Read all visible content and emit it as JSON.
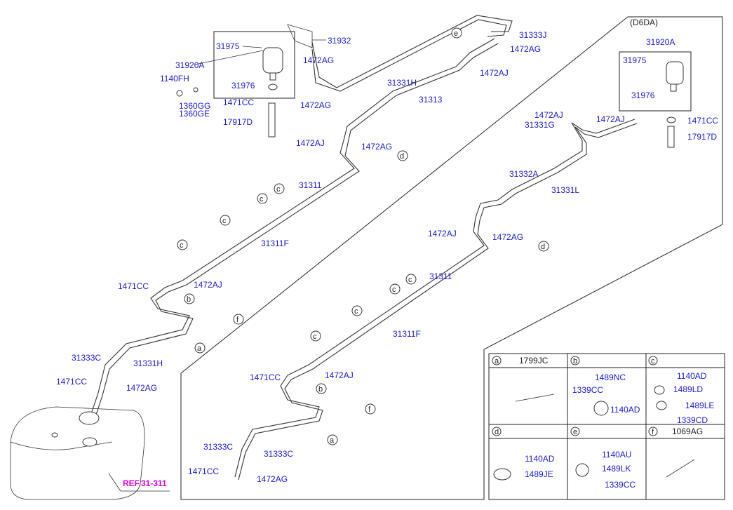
{
  "labels": {
    "variant": "(D6DA)",
    "p31932": "31932",
    "p31975_l": "31975",
    "p31920A_l": "31920A",
    "p1472AG_a": "1472AG",
    "p1140FH": "1140FH",
    "p31976_l": "31976",
    "p1360GG": "1360GG",
    "p1360GE": "1360GE",
    "p1471CC_a": "1471CC",
    "p1472AG_b": "1472AG",
    "p17917D_l": "17917D",
    "p31333J": "31333J",
    "p1472AG_c": "1472AG",
    "p1472AJ_a": "1472AJ",
    "p31331H_a": "31331H",
    "p31313": "31313",
    "p1472AJ_b": "1472AJ",
    "p1472AG_d": "1472AG",
    "p31311_a": "31311",
    "p31311F_a": "31311F",
    "p1471CC_b": "1471CC",
    "p1472AJ_c": "1472AJ",
    "p31333C_a": "31333C",
    "p31331H_b": "31331H",
    "p1471CC_c": "1471CC",
    "p1472AG_e": "1472AG",
    "ref": "REF.31-311",
    "p31920A_r": "31920A",
    "p31975_r": "31975",
    "p31976_r": "31976",
    "p1471CC_r": "1471CC",
    "p17917D_r": "17917D",
    "p1472AJ_r1": "1472AJ",
    "p1472AJ_r2": "1472AJ",
    "p31331G": "31331G",
    "p31332A": "31332A",
    "p31331L": "31331L",
    "p1472AJ_r3": "1472AJ",
    "p1472AG_r1": "1472AG",
    "p31311_r": "31311",
    "p31311F_r": "31311F",
    "p1471CC_r2": "1471CC",
    "p1472AJ_r4": "1472AJ",
    "p31333C_r1": "31333C",
    "p31333C_r2": "31333C",
    "p1471CC_r3": "1471CC",
    "p1472AG_r2": "1472AG"
  },
  "callouts": {
    "a": "a",
    "b": "b",
    "c": "c",
    "d": "d",
    "e": "e",
    "f": "f"
  },
  "legend": {
    "a": {
      "letter": "a",
      "part": "1799JC"
    },
    "b": {
      "letter": "b",
      "parts": [
        "1489NC",
        "1339CC",
        "1140AD"
      ]
    },
    "c": {
      "letter": "c",
      "parts": [
        "1140AD",
        "1489LD",
        "1489LE",
        "1339CD"
      ]
    },
    "d": {
      "letter": "d",
      "parts": [
        "1140AD",
        "1489JE"
      ]
    },
    "e": {
      "letter": "e",
      "parts": [
        "1140AU",
        "1489LK",
        "1339CC"
      ]
    },
    "f": {
      "letter": "f",
      "part": "1069AG"
    }
  }
}
